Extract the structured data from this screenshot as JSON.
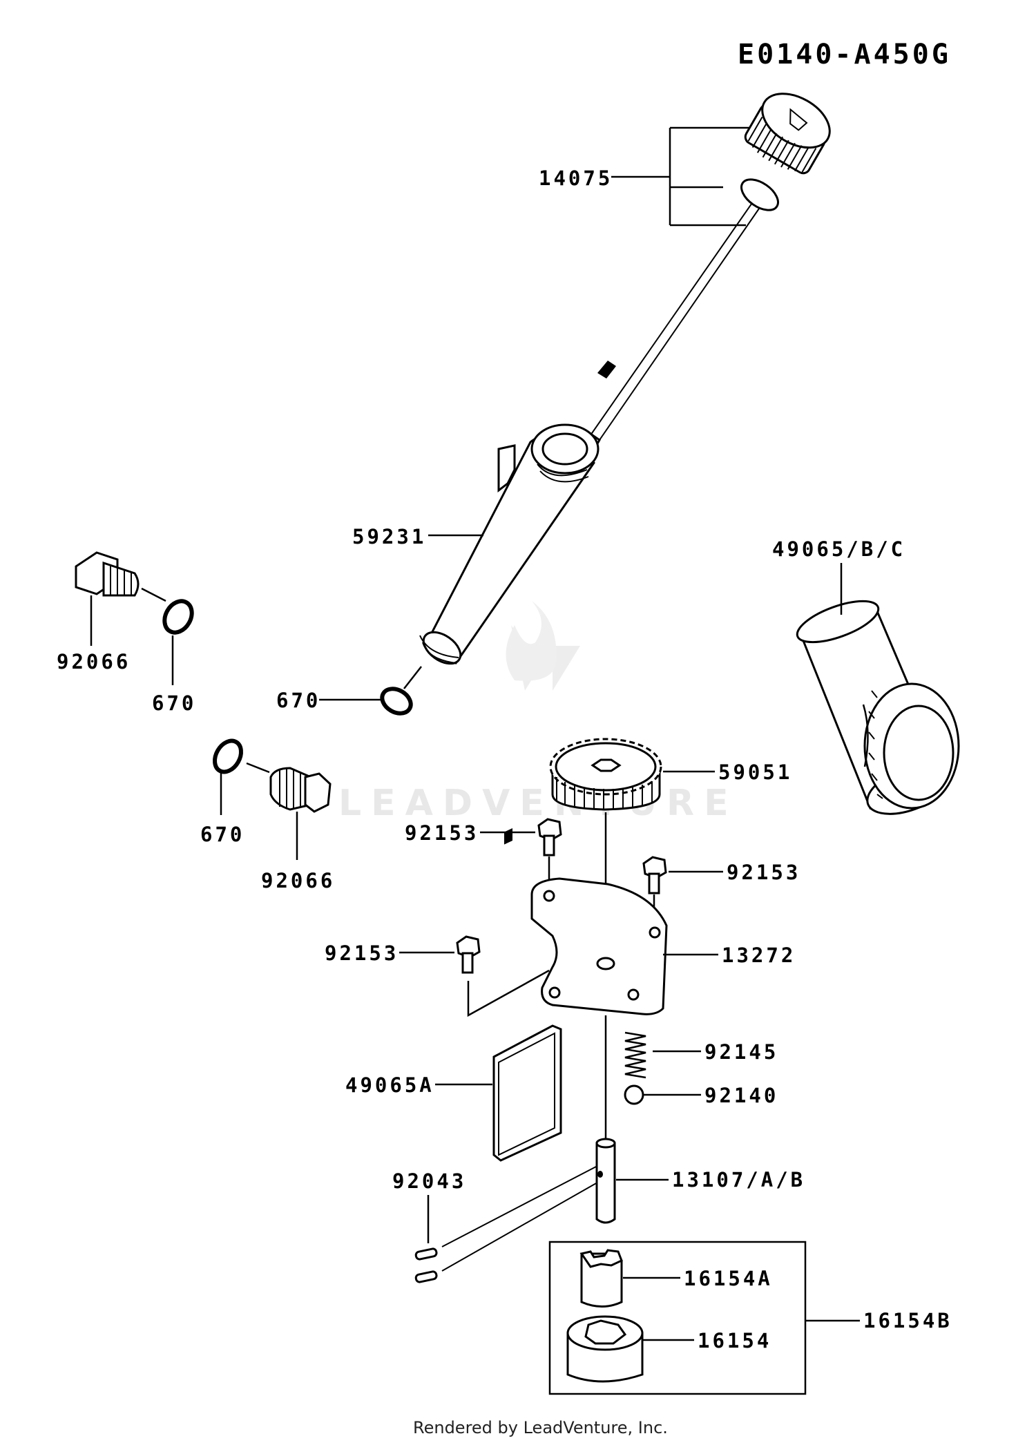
{
  "diagram_code": "E0140-A450G",
  "watermark": "LEADVENTURE",
  "footer": "Rendered by LeadVenture, Inc.",
  "parts": {
    "dipstick": "14075",
    "filler_tube": "59231",
    "oring_tube": "670",
    "drain_plug_left": "92066",
    "oring_left": "670",
    "oring_lower": "670",
    "drain_plug_lower": "92066",
    "oil_filter": "49065/B/C",
    "pump_gear": "59051",
    "bolt_top_left": "92153",
    "bolt_top_right": "92153",
    "bolt_left": "92153",
    "pump_cover": "13272",
    "spring": "92145",
    "ball": "92140",
    "screen_filter": "49065A",
    "pin": "92043",
    "shaft": "13107/A/B",
    "rotor_inner": "16154A",
    "rotor_outer": "16154",
    "rotor_set": "16154B"
  }
}
